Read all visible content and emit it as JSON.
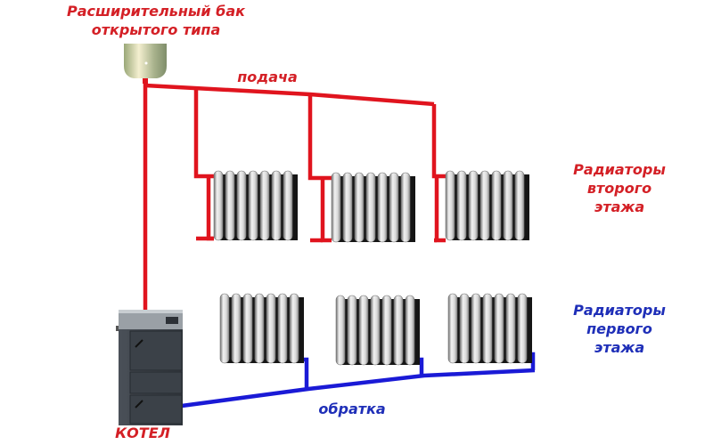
{
  "labels": {
    "tank": [
      "Расширительный бак",
      "открытого типа"
    ],
    "supply": "подача",
    "return": "обратка",
    "boiler": "КОТЕЛ",
    "upper_radiators": [
      "Радиаторы",
      "второго",
      "этажа"
    ],
    "lower_radiators": [
      "Радиаторы",
      "первого",
      "этажа"
    ]
  },
  "colors": {
    "supply_pipe": "#e0141e",
    "return_pipe": "#1a1ad6",
    "supply_text": "#d42026",
    "return_text": "#1f2fb8"
  },
  "components": {
    "expansion_tank": "open-type expansion tank",
    "boiler": "solid-fuel boiler",
    "radiator_sections": 7,
    "risers": 3,
    "floors": 2
  }
}
